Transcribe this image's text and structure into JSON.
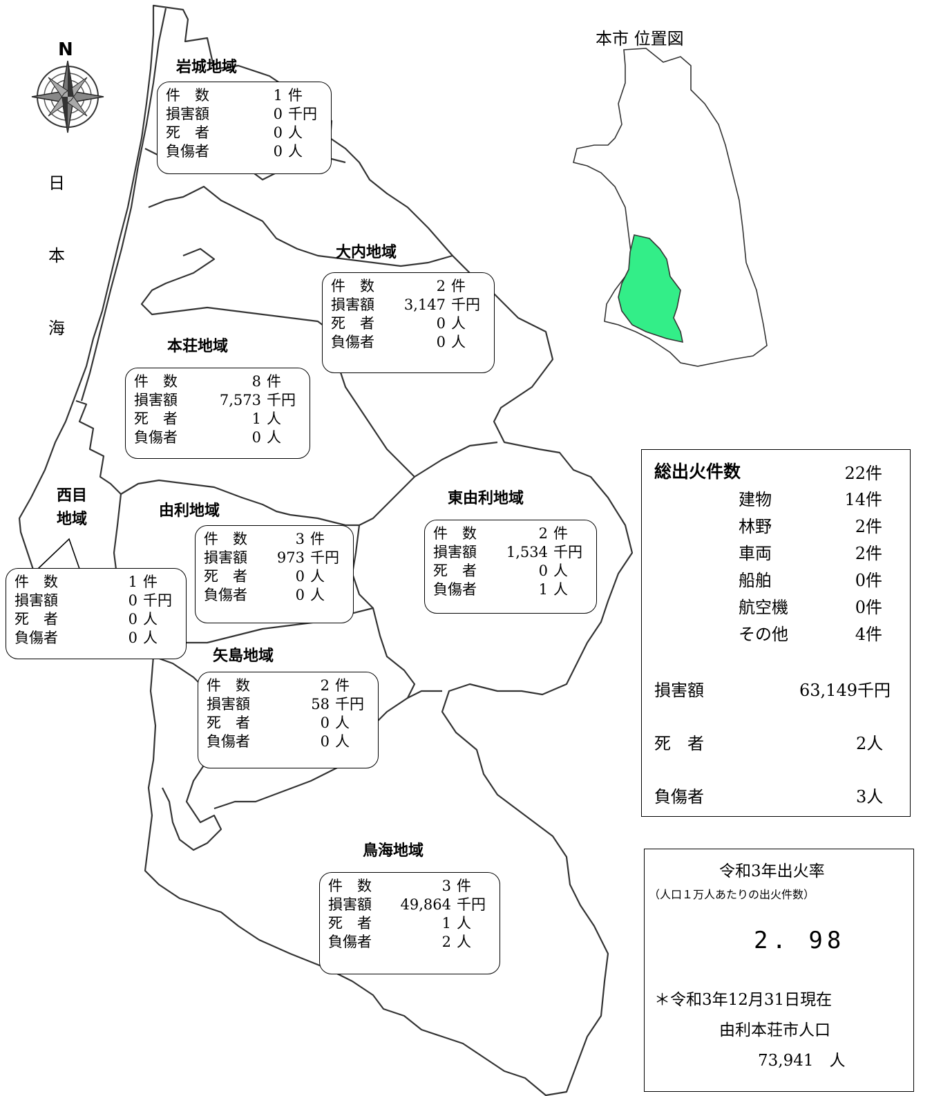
{
  "compass": {
    "label": "N"
  },
  "sea": {
    "chars": [
      "日",
      "本",
      "海"
    ]
  },
  "locator": {
    "title": "本市 位置図",
    "highlight_color": "#33ee88"
  },
  "row_labels": {
    "count": "件　数",
    "damage": "損害額",
    "deaths": "死　者",
    "injured": "負傷者"
  },
  "units": {
    "count": "件",
    "damage": "千円",
    "person": "人"
  },
  "regions": [
    {
      "id": "iwaki",
      "name": "岩城地域",
      "count": "1",
      "damage": "0",
      "deaths": "0",
      "injured": "0"
    },
    {
      "id": "ouchi",
      "name": "大内地域",
      "count": "2",
      "damage": "3,147",
      "deaths": "0",
      "injured": "0"
    },
    {
      "id": "honjo",
      "name": "本荘地域",
      "count": "8",
      "damage": "7,573",
      "deaths": "1",
      "injured": "0"
    },
    {
      "id": "nishime",
      "name": "西目地域",
      "count": "1",
      "damage": "0",
      "deaths": "0",
      "injured": "0"
    },
    {
      "id": "yuri",
      "name": "由利地域",
      "count": "3",
      "damage": "973",
      "deaths": "0",
      "injured": "0"
    },
    {
      "id": "higashiyuri",
      "name": "東由利地域",
      "count": "2",
      "damage": "1,534",
      "deaths": "0",
      "injured": "1"
    },
    {
      "id": "yashima",
      "name": "矢島地域",
      "count": "2",
      "damage": "58",
      "deaths": "0",
      "injured": "0"
    },
    {
      "id": "chokai",
      "name": "鳥海地域",
      "count": "3",
      "damage": "49,864",
      "deaths": "1",
      "injured": "2"
    }
  ],
  "nishime_name_lines": [
    "西目",
    "地域"
  ],
  "totals": {
    "fires_label": "総出火件数",
    "fires_value": "22件",
    "breakdown": [
      {
        "label": "建物",
        "value": "14件"
      },
      {
        "label": "林野",
        "value": "2件"
      },
      {
        "label": "車両",
        "value": "2件"
      },
      {
        "label": "船舶",
        "value": "0件"
      },
      {
        "label": "航空機",
        "value": "0件"
      },
      {
        "label": "その他",
        "value": "4件"
      }
    ],
    "damage_label": "損害額",
    "damage_value": "63,149千円",
    "deaths_label": "死　者",
    "deaths_value": "2人",
    "injured_label": "負傷者",
    "injured_value": "3人"
  },
  "rate": {
    "title": "令和3年出火率",
    "subtitle": "（人口１万人あたりの出火件数）",
    "value": "2. 98",
    "note_line1": "＊令和3年12月31日現在",
    "note_line2": "由利本荘市人口",
    "note_line3": "73,941　人"
  }
}
